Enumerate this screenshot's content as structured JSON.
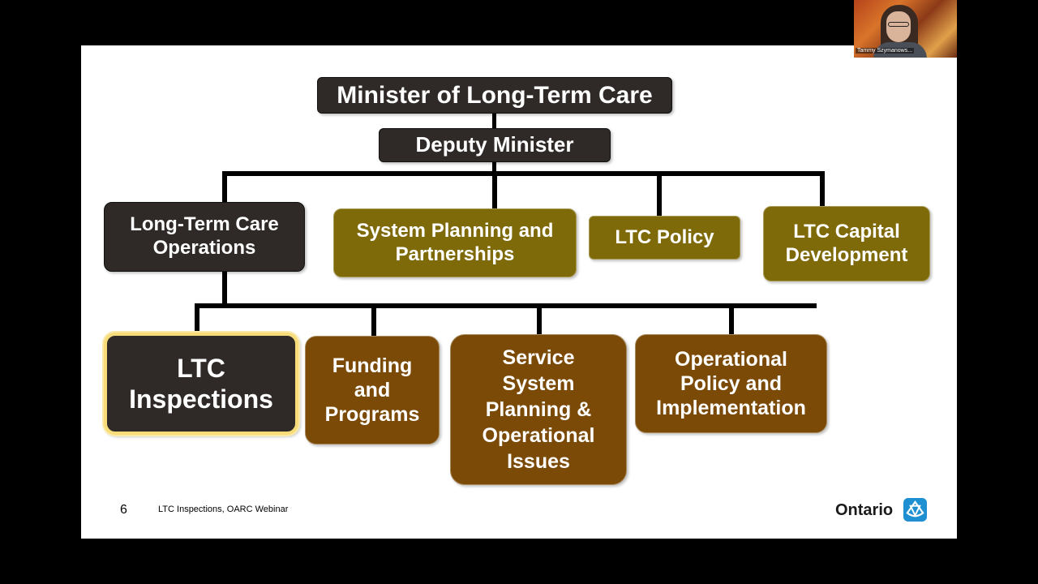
{
  "slide": {
    "page_number": "6",
    "footer_text": "LTC Inspections, OARC Webinar",
    "brand": "Ontario"
  },
  "org_chart": {
    "minister": "Minister of Long-Term Care",
    "deputy": "Deputy Minister",
    "divisions": [
      "Long-Term Care Operations",
      "System Planning and Partnerships",
      "LTC Policy",
      "LTC Capital Development"
    ],
    "branches": [
      "LTC Inspections",
      "Funding and Programs",
      "Service System Planning & Operational Issues",
      "Operational Policy and Implementation"
    ]
  },
  "video_tile": {
    "participant_name": "Tammy Szymanows..."
  },
  "colors": {
    "dark_box": "#2f2a27",
    "olive_box": "#7f6a0a",
    "brown_box": "#7b4a06",
    "highlight": "#f7dc79",
    "ontario_blue": "#1e8fd1"
  }
}
